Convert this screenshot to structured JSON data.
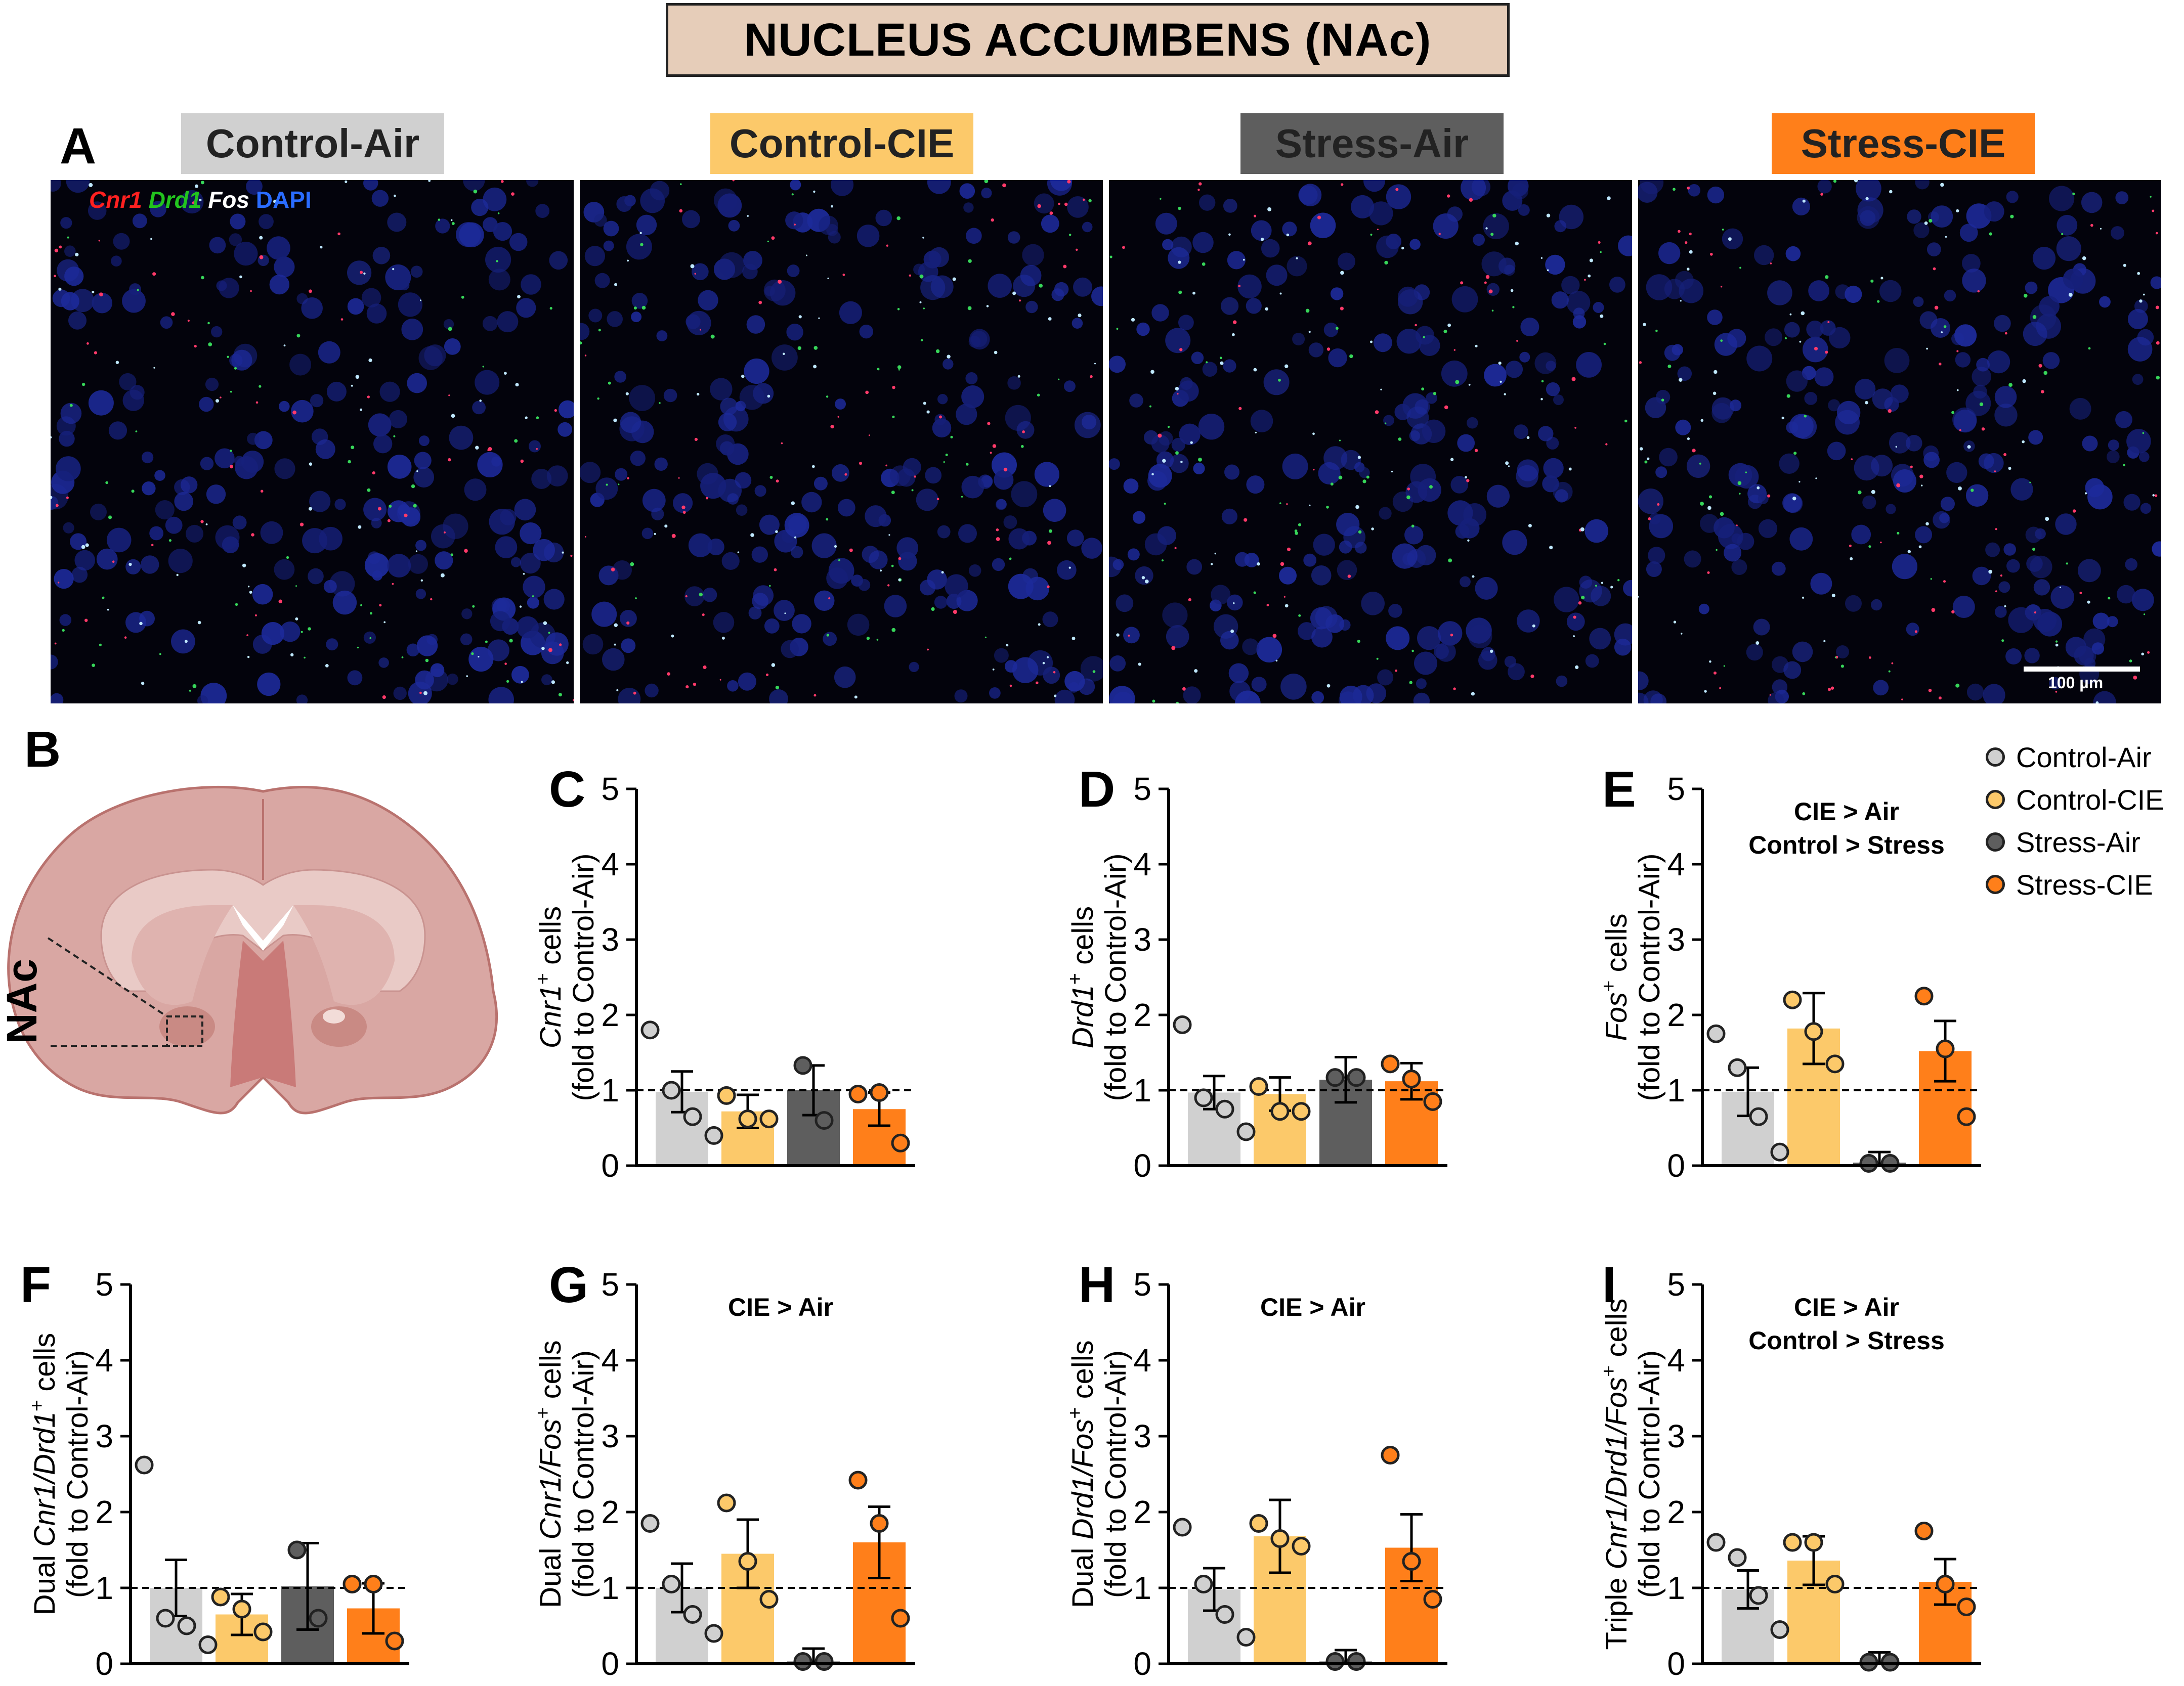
{
  "header": {
    "title": "NUCLEUS ACCUMBENS (NAc)"
  },
  "panel_letters": {
    "a": "A",
    "b": "B"
  },
  "groups": [
    {
      "name": "Control-Air",
      "color": "#d0d0d0",
      "text_color": "#222222"
    },
    {
      "name": "Control-CIE",
      "color": "#fcc96a",
      "text_color": "#222222"
    },
    {
      "name": "Stress-Air",
      "color": "#5e5e5e",
      "text_color": "#222222"
    },
    {
      "name": "Stress-CIE",
      "color": "#ff7f1a",
      "text_color": "#222222"
    }
  ],
  "stain_legend": {
    "cnr1": {
      "text": "Cnr1",
      "color": "#ff2020"
    },
    "drd1": {
      "text": "Drd1",
      "color": "#22c41e"
    },
    "fos": {
      "text": "Fos",
      "color": "#ffffff"
    },
    "dapi": {
      "text": "DAPI",
      "color": "#2a6cff"
    }
  },
  "scale_bar": {
    "label": "100 µm"
  },
  "brain": {
    "label": "NAc"
  },
  "legend": [
    {
      "name": "Control-Air",
      "color": "#d0d0d0"
    },
    {
      "name": "Control-CIE",
      "color": "#fcc96a"
    },
    {
      "name": "Stress-Air",
      "color": "#5e5e5e"
    },
    {
      "name": "Stress-CIE",
      "color": "#ff7f1a"
    }
  ],
  "chart_data": [
    {
      "panel": "C",
      "type": "bar",
      "ylabel_html": "<tspan font-style='italic'>Cnr1</tspan><tspan dy='-22' font-size='40'>+</tspan><tspan dy='22'> cells</tspan>",
      "ylabel2": "(fold to Control-Air)",
      "ylim": [
        0,
        5
      ],
      "yticks": [
        0,
        1,
        2,
        3,
        4,
        5
      ],
      "reference_line": 1,
      "annotations": [],
      "categories": [
        "Control-Air",
        "Control-CIE",
        "Stress-Air",
        "Stress-CIE"
      ],
      "means": [
        0.98,
        0.72,
        1.0,
        0.75
      ],
      "sem": [
        0.27,
        0.22,
        0.33,
        0.22
      ],
      "points": [
        [
          1.8,
          1.0,
          0.65,
          0.4
        ],
        [
          0.93,
          0.62,
          0.62
        ],
        [
          1.33,
          0.6
        ],
        [
          0.95,
          0.97,
          0.3
        ]
      ]
    },
    {
      "panel": "D",
      "type": "bar",
      "ylabel_html": "<tspan font-style='italic'>Drd1</tspan><tspan dy='-22' font-size='40'>+</tspan><tspan dy='22'> cells</tspan>",
      "ylabel2": "(fold to Control-Air)",
      "ylim": [
        0,
        5
      ],
      "yticks": [
        0,
        1,
        2,
        3,
        4,
        5
      ],
      "reference_line": 1,
      "annotations": [],
      "categories": [
        "Control-Air",
        "Control-CIE",
        "Stress-Air",
        "Stress-CIE"
      ],
      "means": [
        0.97,
        0.95,
        1.14,
        1.12
      ],
      "sem": [
        0.22,
        0.22,
        0.3,
        0.24
      ],
      "points": [
        [
          1.87,
          0.9,
          0.75,
          0.45
        ],
        [
          1.05,
          0.72,
          0.72
        ],
        [
          1.17,
          1.17
        ],
        [
          1.35,
          1.15,
          0.85
        ]
      ]
    },
    {
      "panel": "E",
      "type": "bar",
      "ylabel_html": "<tspan font-style='italic'>Fos</tspan><tspan dy='-22' font-size='40'>+</tspan><tspan dy='22'> cells</tspan>",
      "ylabel2": "(fold to Control-Air)",
      "ylim": [
        0,
        5
      ],
      "yticks": [
        0,
        1,
        2,
        3,
        4,
        5
      ],
      "reference_line": 1,
      "annotations": [
        "CIE > Air",
        "Control > Stress"
      ],
      "categories": [
        "Control-Air",
        "Control-CIE",
        "Stress-Air",
        "Stress-CIE"
      ],
      "means": [
        0.98,
        1.82,
        0.04,
        1.52
      ],
      "sem": [
        0.32,
        0.47,
        0.14,
        0.4
      ],
      "points": [
        [
          1.75,
          1.3,
          0.65,
          0.18
        ],
        [
          2.2,
          1.78,
          1.35
        ],
        [
          0.03,
          0.03
        ],
        [
          2.25,
          1.55,
          0.65
        ]
      ]
    },
    {
      "panel": "F",
      "type": "bar",
      "ylabel_html": "Dual <tspan font-style='italic'>Cnr1/Drd1</tspan><tspan dy='-22' font-size='40'>+</tspan><tspan dy='22'> cells</tspan>",
      "ylabel2": "(fold to Control-Air)",
      "ylim": [
        0,
        5
      ],
      "yticks": [
        0,
        1,
        2,
        3,
        4,
        5
      ],
      "reference_line": 1,
      "annotations": [],
      "categories": [
        "Control-Air",
        "Control-CIE",
        "Stress-Air",
        "Stress-CIE"
      ],
      "means": [
        1.0,
        0.65,
        1.02,
        0.73
      ],
      "sem": [
        0.37,
        0.27,
        0.57,
        0.33
      ],
      "points": [
        [
          2.62,
          0.6,
          0.5,
          0.25
        ],
        [
          0.88,
          0.72,
          0.42
        ],
        [
          1.5,
          0.6
        ],
        [
          1.05,
          1.05,
          0.3
        ]
      ]
    },
    {
      "panel": "G",
      "type": "bar",
      "ylabel_html": "Dual <tspan font-style='italic'>Cnr1/Fos</tspan><tspan dy='-22' font-size='40'>+</tspan><tspan dy='22'> cells</tspan>",
      "ylabel2": "(fold to Control-Air)",
      "ylim": [
        0,
        5
      ],
      "yticks": [
        0,
        1,
        2,
        3,
        4,
        5
      ],
      "reference_line": 1,
      "annotations": [
        "CIE > Air"
      ],
      "categories": [
        "Control-Air",
        "Control-CIE",
        "Stress-Air",
        "Stress-CIE"
      ],
      "means": [
        1.0,
        1.45,
        0.03,
        1.6
      ],
      "sem": [
        0.32,
        0.45,
        0.17,
        0.47
      ],
      "points": [
        [
          1.85,
          1.05,
          0.65,
          0.4
        ],
        [
          2.12,
          1.35,
          0.85
        ],
        [
          0.03,
          0.03
        ],
        [
          2.42,
          1.85,
          0.6
        ]
      ]
    },
    {
      "panel": "H",
      "type": "bar",
      "ylabel_html": "Dual <tspan font-style='italic'>Drd1/Fos</tspan><tspan dy='-22' font-size='40'>+</tspan><tspan dy='22'> cells</tspan>",
      "ylabel2": "(fold to Control-Air)",
      "ylim": [
        0,
        5
      ],
      "yticks": [
        0,
        1,
        2,
        3,
        4,
        5
      ],
      "reference_line": 1,
      "annotations": [
        "CIE > Air"
      ],
      "categories": [
        "Control-Air",
        "Control-CIE",
        "Stress-Air",
        "Stress-CIE"
      ],
      "means": [
        0.98,
        1.68,
        0.03,
        1.53
      ],
      "sem": [
        0.28,
        0.48,
        0.15,
        0.44
      ],
      "points": [
        [
          1.8,
          1.05,
          0.65,
          0.35
        ],
        [
          1.85,
          1.65,
          1.55
        ],
        [
          0.03,
          0.03
        ],
        [
          2.75,
          1.35,
          0.85
        ]
      ]
    },
    {
      "panel": "I",
      "type": "bar",
      "ylabel_html": "Triple <tspan font-style='italic'>Cnr1/Drd1/Fos</tspan><tspan dy='-22' font-size='40'>+</tspan><tspan dy='22'> cells</tspan>",
      "ylabel2": "(fold to Control-Air)",
      "ylim": [
        0,
        5
      ],
      "yticks": [
        0,
        1,
        2,
        3,
        4,
        5
      ],
      "reference_line": 1,
      "annotations": [
        "CIE > Air",
        "Control > Stress"
      ],
      "categories": [
        "Control-Air",
        "Control-CIE",
        "Stress-Air",
        "Stress-CIE"
      ],
      "means": [
        0.98,
        1.36,
        0.02,
        1.08
      ],
      "sem": [
        0.25,
        0.32,
        0.13,
        0.3
      ],
      "points": [
        [
          1.6,
          1.4,
          0.9,
          0.45
        ],
        [
          1.6,
          1.6,
          1.05
        ],
        [
          0.02,
          0.02
        ],
        [
          1.75,
          1.05,
          0.75
        ]
      ]
    }
  ]
}
